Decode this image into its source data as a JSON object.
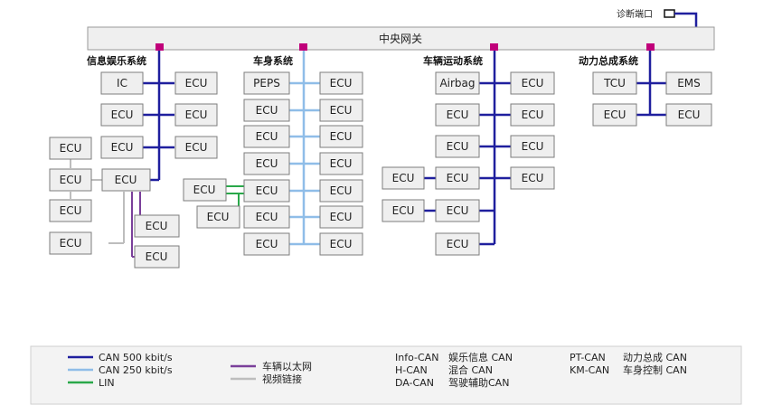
{
  "gateway": "中央网关",
  "diag_port": "诊断端口",
  "domains": {
    "infotainment": "信息娱乐系统",
    "body": "车身系统",
    "chassis": "车辆运动系统",
    "powertrain": "动力总成系统"
  },
  "nodes": {
    "ic": "IC",
    "ecu": "ECU",
    "peps": "PEPS",
    "airbag": "Airbag",
    "tcu": "TCU",
    "ems": "EMS"
  },
  "legend": {
    "can500": "CAN 500 kbit/s",
    "can250": "CAN 250 kbit/s",
    "lin": "LIN",
    "ethernet": "车辆以太网",
    "video": "视频链接",
    "abbr": [
      {
        "key": "Info-CAN",
        "val": "娱乐信息 CAN"
      },
      {
        "key": "H-CAN",
        "val": "混合 CAN"
      },
      {
        "key": "DA-CAN",
        "val": "驾驶辅助CAN"
      },
      {
        "key": "PT-CAN",
        "val": "动力总成 CAN"
      },
      {
        "key": "KM-CAN",
        "val": "车身控制 CAN"
      }
    ]
  },
  "colors": {
    "can500": "#1f1f9e",
    "can250": "#8fbde8",
    "lin": "#2aa84a",
    "ethernet": "#7a3f9a",
    "video": "#bdbdbd",
    "port": "#c0007a"
  }
}
